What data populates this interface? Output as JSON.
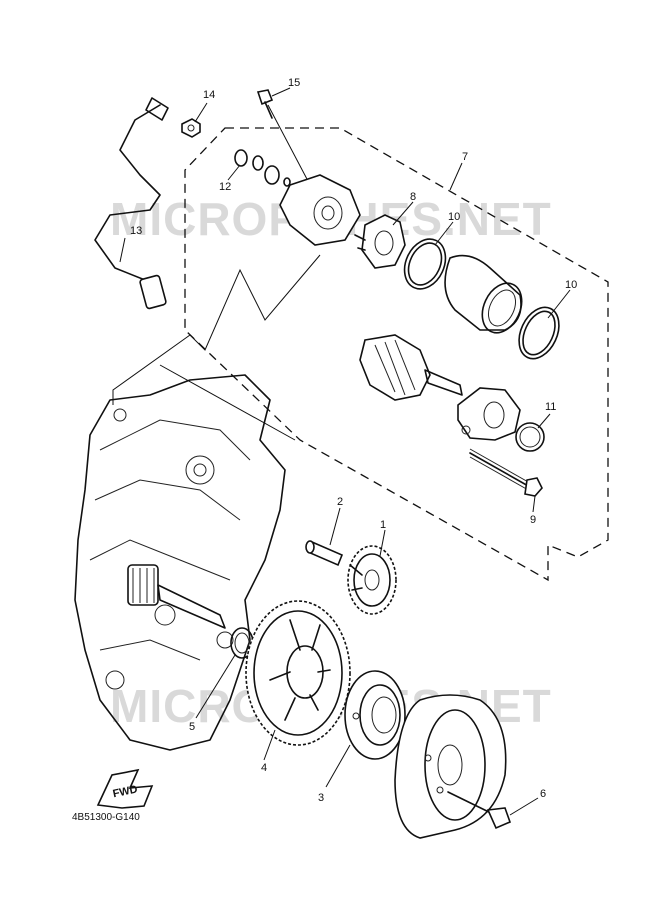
{
  "watermark": "MICROFICHES.NET",
  "part_code": "4B51300-G140",
  "fwd_label": "FWD",
  "callouts": {
    "c1": "1",
    "c2": "2",
    "c3": "3",
    "c4": "4",
    "c5": "5",
    "c6": "6",
    "c7": "7",
    "c8": "8",
    "c9": "9",
    "c10a": "10",
    "c10b": "10",
    "c11": "11",
    "c12": "12",
    "c13": "13",
    "c14": "14",
    "c15": "15"
  }
}
